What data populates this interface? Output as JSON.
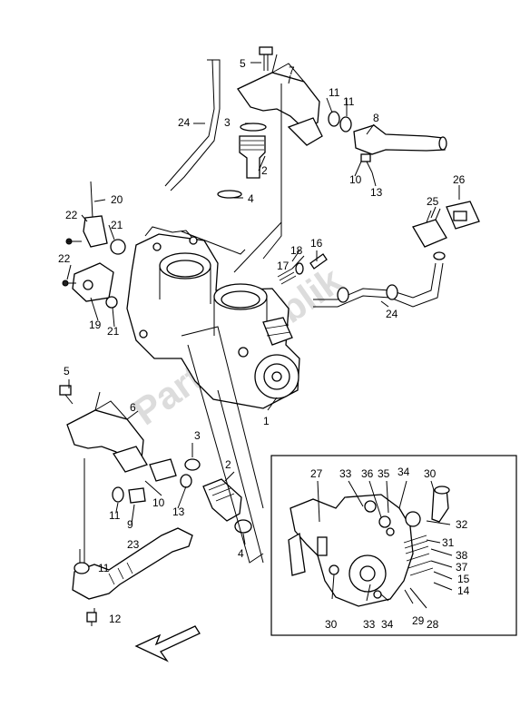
{
  "watermark": "Partsrepublik",
  "callouts": {
    "n1": "1",
    "n2a": "2",
    "n2b": "2",
    "n3a": "3",
    "n3b": "3",
    "n4a": "4",
    "n4b": "4",
    "n5a": "5",
    "n5b": "5",
    "n6": "6",
    "n7": "7",
    "n8": "8",
    "n9": "9",
    "n10a": "10",
    "n10b": "10",
    "n11a": "11",
    "n11b": "11",
    "n11c": "11",
    "n11d": "11",
    "n12": "12",
    "n13a": "13",
    "n13b": "13",
    "n14": "14",
    "n15": "15",
    "n16": "16",
    "n17": "17",
    "n18": "18",
    "n19": "19",
    "n20": "20",
    "n21a": "21",
    "n21b": "21",
    "n22a": "22",
    "n22b": "22",
    "n23": "23",
    "n24a": "24",
    "n24b": "24",
    "n25": "25",
    "n26": "26",
    "n27": "27",
    "n28": "28",
    "n29": "29",
    "n30a": "30",
    "n30b": "30",
    "n31": "31",
    "n32": "32",
    "n33a": "33",
    "n33b": "33",
    "n34a": "34",
    "n34b": "34",
    "n35": "35",
    "n36": "36",
    "n37": "37",
    "n38": "38"
  }
}
